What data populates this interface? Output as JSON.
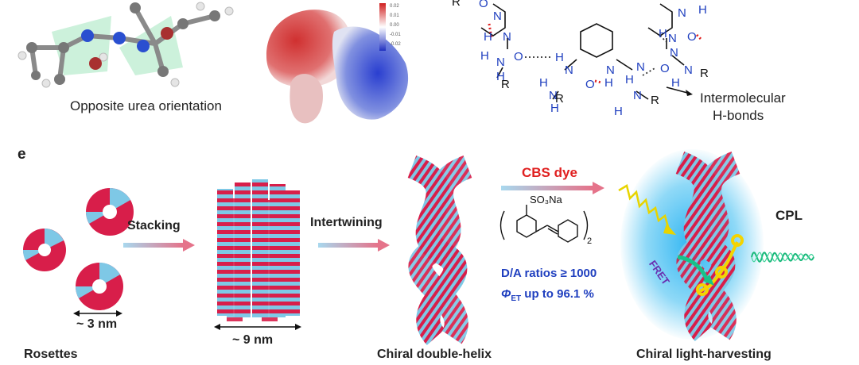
{
  "top": {
    "molecule_caption": "Opposite urea orientation",
    "esp_scale_ticks": [
      "0.02",
      "0.01",
      "0.00",
      "-0.01",
      "-0.02"
    ],
    "hbond_label_line1": "Intermolecular",
    "hbond_label_line2": "H-bonds",
    "atoms": {
      "N": "N",
      "H": "H",
      "O": "O",
      "R": "R"
    }
  },
  "panel_e": {
    "letter": "e",
    "stacking_label": "Stacking",
    "intertwining_label": "Intertwining",
    "dye_title": "CBS dye",
    "dye_group": "SO₃Na",
    "dye_subscript": "2",
    "ratio_text": "D/A ratios ≥ 1000",
    "phi_symbol": "Φ",
    "phi_sub": "ET",
    "phi_rest": " up to 96.1 %",
    "rosette_size": "~ 3 nm",
    "column_size": "~ 9 nm",
    "cap_rosettes": "Rosettes",
    "cap_helix": "Chiral double-helix",
    "cap_harvest": "Chiral light-harvesting",
    "fret": "FRET",
    "cpl": "CPL"
  },
  "colors": {
    "red_segment": "#d81e4a",
    "blue_segment": "#7ec8e6",
    "arrow_fill": "#e5738a",
    "glow": "#2fb5f2",
    "title_red": "#e02020",
    "text_blue": "#1f3fbf"
  }
}
